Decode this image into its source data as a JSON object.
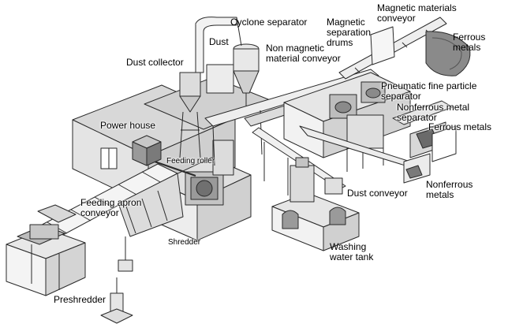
{
  "labels": {
    "cyclone_separator": "Cyclone separator",
    "magnetic_materials_conveyor": "Magnetic materials\nconveyor",
    "magnetic_separation_drums": "Magnetic\nseparation\ndrums",
    "ferrous_metals_top": "Ferrous\nmetals",
    "dust": "Dust",
    "dust_collector": "Dust collector",
    "non_magnetic_material_conveyor": "Non magnetic\nmaterial conveyor",
    "pneumatic_fine_particle_separator": "Pneumatic fine particle\nseparator",
    "nonferrous_metal_separator": "Nonferrous metal\nseparator",
    "ferrous_metals_right": "Ferrous metals",
    "power_house": "Power house",
    "feeding_roller": "Feeding roller",
    "dust_conveyor": "Dust conveyor",
    "nonferrous_metals": "Nonferrous\nmetals",
    "feeding_apron_conveyor": "Feeding apron\nconveyor",
    "shredder": "Shredder",
    "washing_water_tank": "Washing\nwater tank",
    "preshredder": "Preshredder"
  },
  "colors": {
    "ink": "#2a2a2a",
    "shade_light": "#d8d8d8",
    "shade_mid": "#b8b8b8",
    "shade_dark": "#6a6a6a",
    "ferrous_pile": "#8a8a8a"
  }
}
